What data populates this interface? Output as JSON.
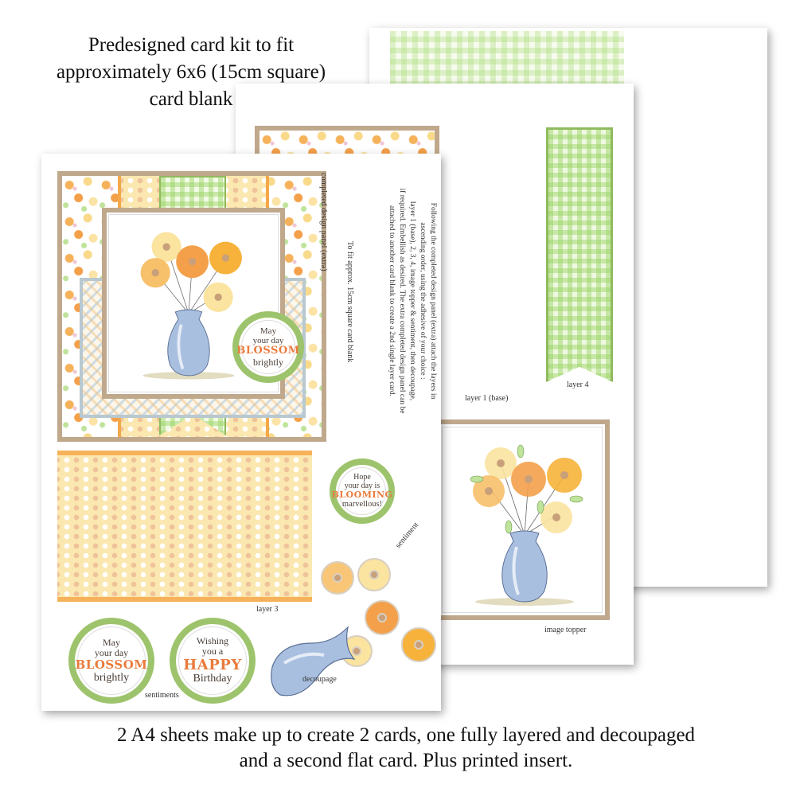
{
  "captions": {
    "top": [
      "Predesigned card kit to fit",
      "approximately 6x6 (15cm square)",
      "card blank"
    ],
    "bottom": [
      "2 A4 sheets make up to create 2 cards, one fully layered and decoupaged",
      "and a second flat card. Plus printed insert."
    ]
  },
  "sheet_mid": {
    "labels": {
      "layer1": "layer 1 (base)",
      "layer4": "layer 4",
      "image_topper": "image topper"
    }
  },
  "sheet_front": {
    "labels": {
      "completed_panel": "completed design panel (extra)",
      "layer3": "layer 3",
      "sentiment": "sentiment",
      "sentiments": "sentiments",
      "decoupage": "decoupage"
    },
    "instructions": {
      "fit": "To fit approx. 15cm square card blank",
      "lines": [
        "Following the completed design panel (extra) attach the layers in",
        "ascending order, using the adhesive of your choice :",
        "layer 1 (base), 2, 3, 4, image topper & sentiment, then decoupage,",
        "if required.  Embellish as desired.  The extra completed design panel can be",
        "attached to another card blank to create a 2nd single layer card."
      ]
    },
    "panel_sentiment": {
      "l1": "May",
      "l2": "your day",
      "big": "BLOSSOM",
      "l3": "brightly"
    },
    "sentiment_hope": {
      "l1": "Hope",
      "l2": "your day is",
      "big": "BLOOMING",
      "l3": "marvellous!"
    },
    "sentiment_blossom": {
      "l1": "May",
      "l2": "your day",
      "big": "BLOSSOM",
      "l3": "brightly"
    },
    "sentiment_birthday": {
      "l1": "Wishing",
      "l2": "you a",
      "big": "HAPPY",
      "l3": "Birthday"
    }
  },
  "colors": {
    "tan": "#c0a88c",
    "green": "#9dc46c",
    "orange_text": "#ea7b3c",
    "vase_blue": "#a9bfe0",
    "polka_bg": "#fbe7b0"
  }
}
